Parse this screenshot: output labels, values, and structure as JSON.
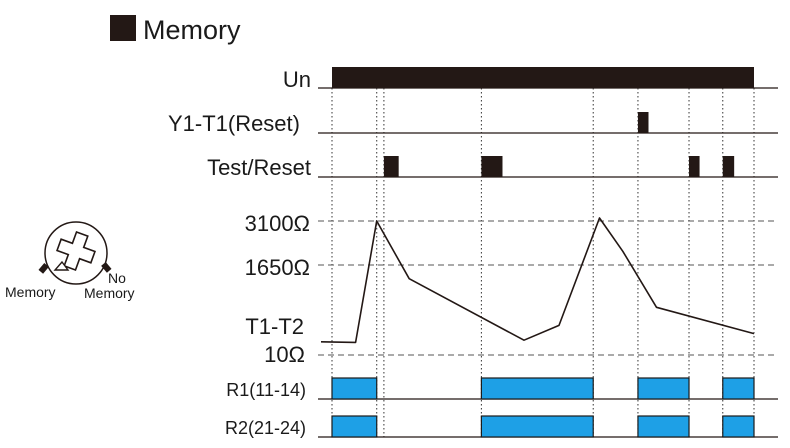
{
  "title": "Memory",
  "colors": {
    "signal": "#231815",
    "relay": "#1ea0e6",
    "relay_edge": "#1a1a1a",
    "axis": "#231815",
    "dashed": "#555555"
  },
  "labels": {
    "un": "Un",
    "y1t1": "Y1-T1(Reset)",
    "test": "Test/Reset",
    "r3100": "3100Ω",
    "r1650": "1650Ω",
    "t1t2": "T1-T2",
    "r10": "10Ω",
    "r1": "R1(11-14)",
    "r2": "R2(21-24)"
  },
  "knob": {
    "left_label": "Memory",
    "right_label_1": "No",
    "right_label_2": "Memory",
    "icon": "selector-knob-icon"
  },
  "timing": {
    "t_start": 0,
    "t_end": 100,
    "un_on": [
      [
        0,
        100
      ]
    ],
    "y1t1_pulses": [
      [
        72.5,
        75
      ]
    ],
    "test_pulses": [
      [
        12.3,
        15.8
      ],
      [
        35.4,
        40.4
      ],
      [
        84.6,
        87.1
      ],
      [
        92.6,
        95.3
      ]
    ],
    "relay_r1_on": [
      [
        0,
        10.6
      ],
      [
        35.4,
        61.9
      ],
      [
        72.5,
        84.6
      ],
      [
        92.6,
        100
      ]
    ],
    "relay_r2_on": [
      [
        0,
        10.6
      ],
      [
        35.4,
        61.9
      ],
      [
        72.5,
        84.6
      ],
      [
        92.6,
        100
      ]
    ],
    "resistance_curve": [
      [
        -2.6,
        250
      ],
      [
        5.6,
        240
      ],
      [
        10.6,
        3100
      ],
      [
        18.3,
        1400
      ],
      [
        45.5,
        280
      ],
      [
        53.8,
        550
      ],
      [
        63.4,
        3200
      ],
      [
        68.9,
        2100
      ],
      [
        76.9,
        880
      ],
      [
        100,
        400
      ]
    ],
    "resistance_levels": [
      3100,
      1650,
      10
    ]
  }
}
